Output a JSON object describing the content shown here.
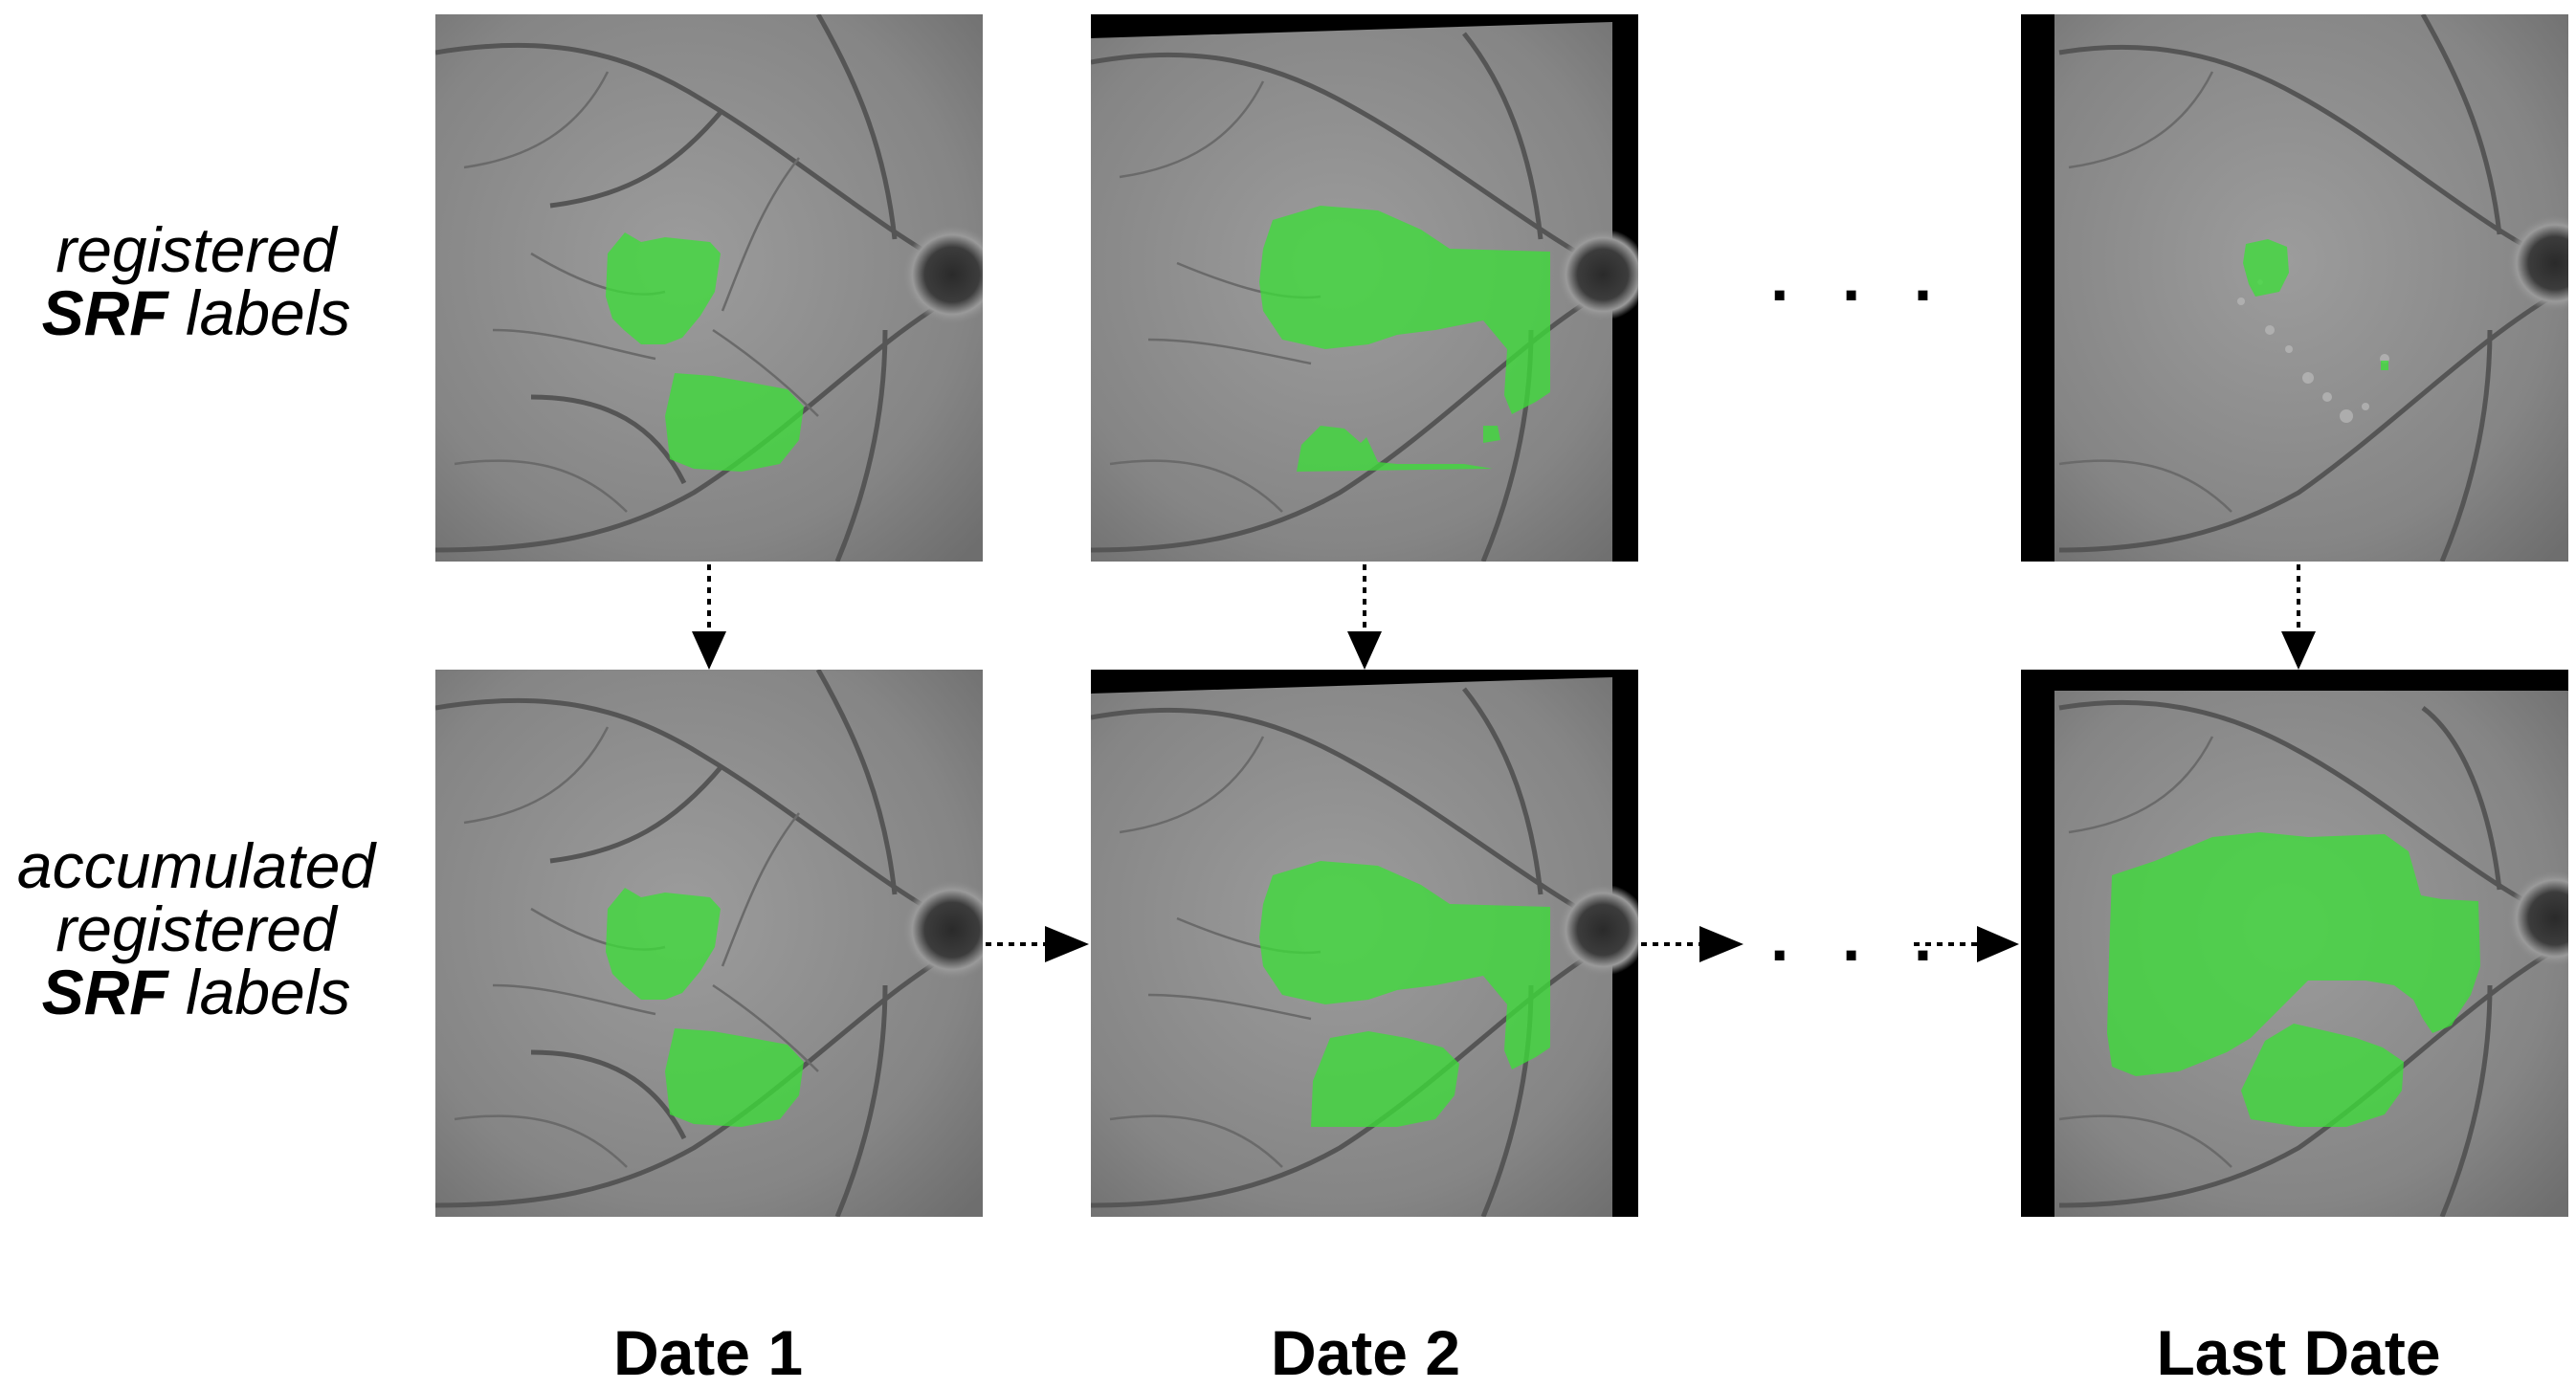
{
  "rows": {
    "top": {
      "line1": "registered",
      "line2_bold": "SRF",
      "line2_rest": " labels"
    },
    "bottom": {
      "line1": "accumulated",
      "line2": "registered",
      "line3_bold": "SRF",
      "line3_rest": " labels"
    }
  },
  "columns": [
    "Date 1",
    "Date 2",
    "Last Date"
  ],
  "ellipsis": ". . .",
  "colors": {
    "label_overlay": "#3ddc3a",
    "fundus_bg": "#8d8d8d",
    "vessel": "#5a5a5a",
    "border": "#000000",
    "arrow": "#000000"
  }
}
